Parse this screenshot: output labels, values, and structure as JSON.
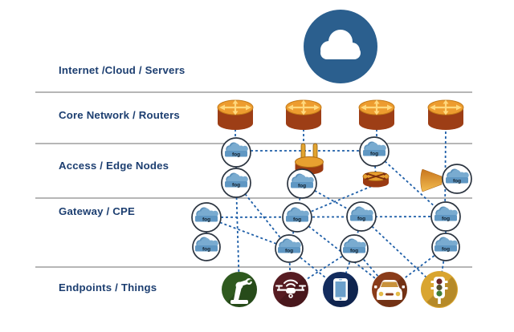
{
  "diagram": {
    "type": "fog-computing-network-architecture",
    "fog_label": "fog",
    "layers": [
      {
        "id": "internet",
        "label": "Internet /Cloud / Servers",
        "nodes": [
          "cloud"
        ]
      },
      {
        "id": "core",
        "label": "Core Network / Routers",
        "nodes": [
          "router",
          "router",
          "router",
          "router"
        ]
      },
      {
        "id": "access",
        "label": "Access / Edge Nodes",
        "nodes": [
          "fog-node",
          "fog-node",
          "wireless-access-point",
          "fog-node",
          "fog-node",
          "switch",
          "horn-antenna",
          "fog-node"
        ]
      },
      {
        "id": "gateway",
        "label": "Gateway / CPE",
        "nodes": [
          "fog-node",
          "fog-node",
          "fog-node",
          "fog-node",
          "fog-node",
          "fog-node",
          "fog-node",
          "fog-node"
        ]
      },
      {
        "id": "endpoints",
        "label": "Endpoints / Things",
        "nodes": [
          "robot-arm",
          "drone",
          "smartphone",
          "car",
          "traffic-light"
        ]
      }
    ],
    "colors": {
      "label_text": "#1c3e70",
      "dashed_link": "#1f5fa8",
      "layer_line": "#9d9d9d",
      "cloud_circle": "#2b5f8e",
      "router_body": "#9d3e16",
      "router_top": "#ed9c2f",
      "fog_cloud": "#79abd0",
      "endpoint_robot": "#2f5a1f",
      "endpoint_drone": "#571c22",
      "endpoint_phone": "#132c5e",
      "endpoint_car": "#8a3c1a",
      "endpoint_traffic_light": "#d9a530"
    }
  }
}
